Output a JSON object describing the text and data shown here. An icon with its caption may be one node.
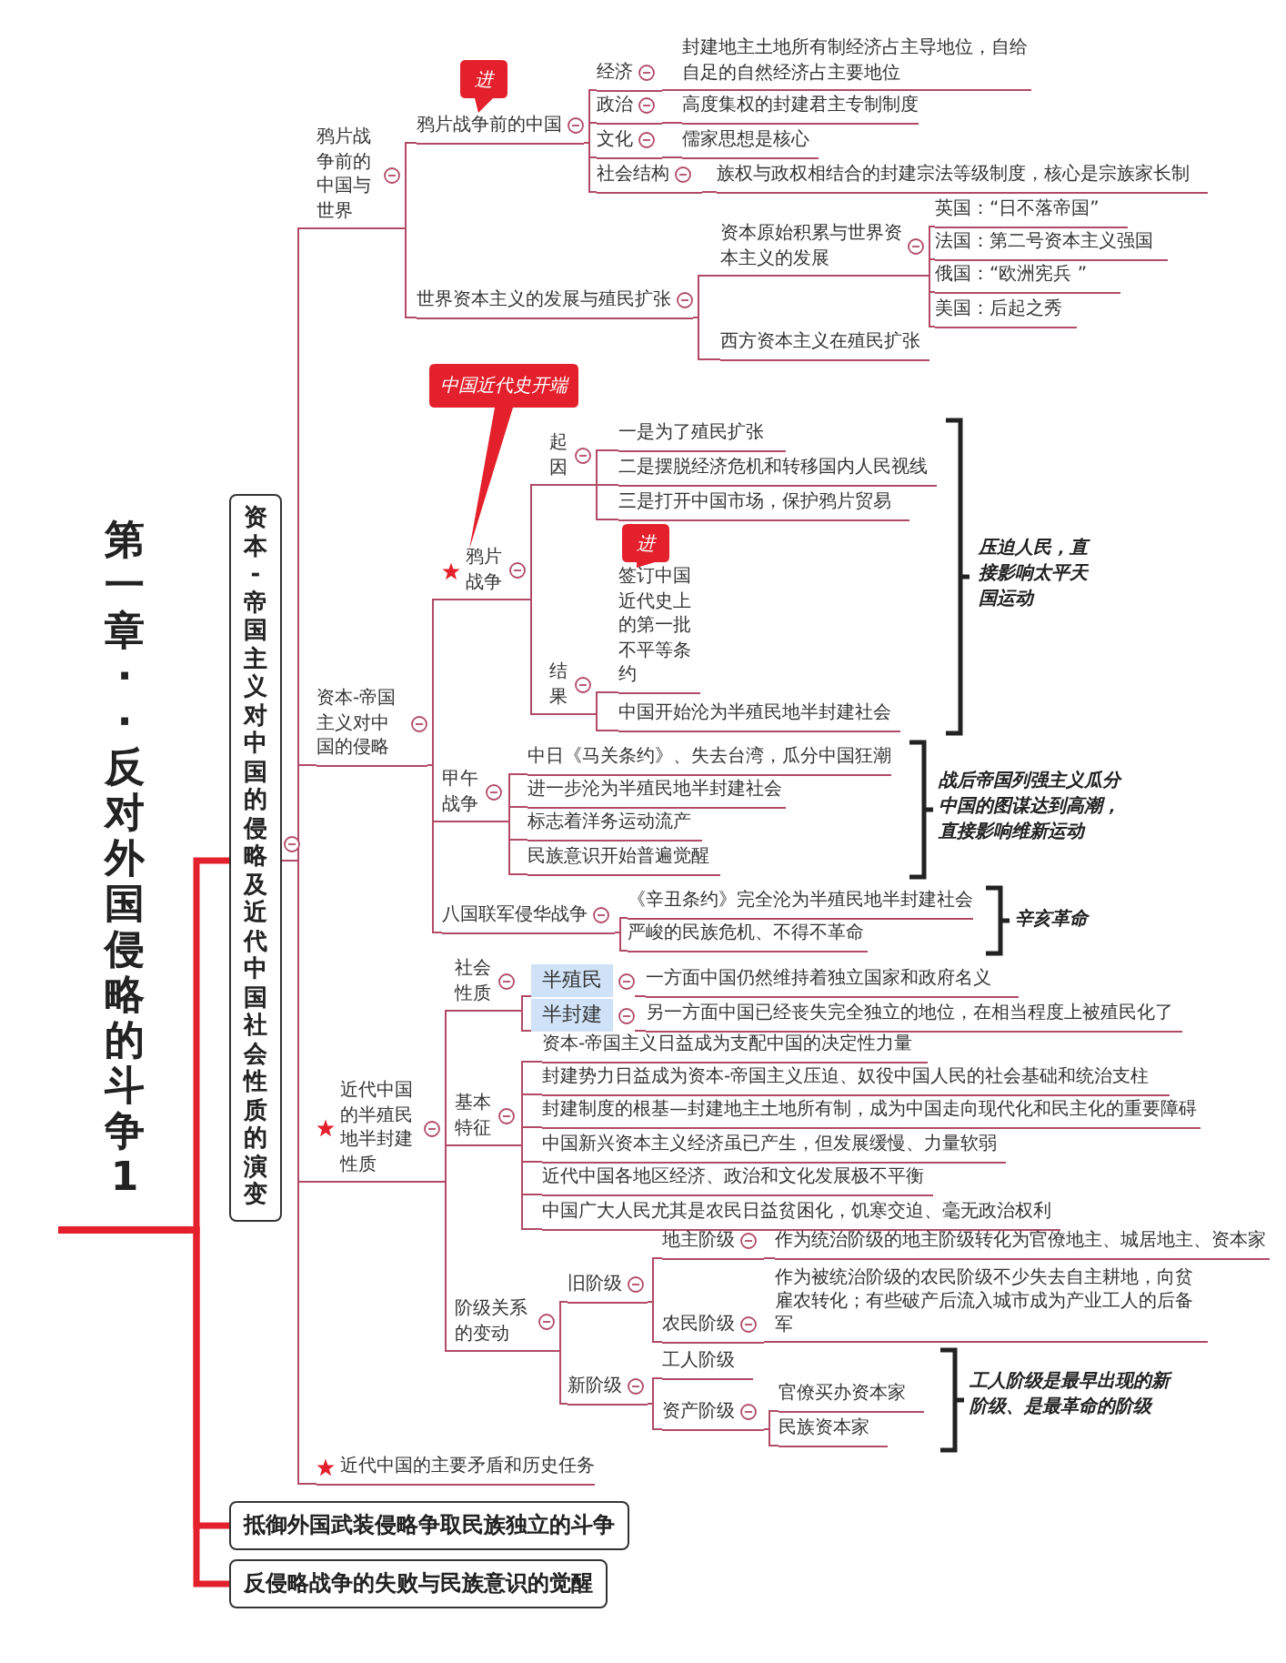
{
  "diagram": {
    "nodes": [
      {
        "text": [
          "第一章··反对外国侵略的斗争1"
        ]
      },
      {
        "text": [
          "资本-帝国主义对中国的侵略及近代中国社会性质的演变"
        ]
      },
      {
        "text": [
          "鸦片战争前的中国与世界"
        ]
      },
      {
        "text": [
          "鸦片战争前的中国"
        ],
        "beside": [
          "进"
        ]
      },
      {
        "text": [
          "经济"
        ]
      },
      {
        "text": [
          "封建地主土地所有制经济占主导地位，自给自足的自然经济占主要地位"
        ]
      },
      {
        "text": [
          "政治"
        ]
      },
      {
        "text": [
          "高度集权的封建君主专制制度"
        ]
      },
      {
        "text": [
          "文化"
        ]
      },
      {
        "text": [
          "儒家思想是核心"
        ]
      },
      {
        "text": [
          "社会结构"
        ]
      },
      {
        "text": [
          "族权与政权相结合的封建宗法等级制度，核心是宗族家长制"
        ]
      },
      {
        "text": [
          "世界资本主义的发展与殖民扩张"
        ]
      },
      {
        "text": [
          "资本原始积累与世界资本主义的发展"
        ]
      },
      {
        "text": [
          "英国：“日不落帝国”"
        ]
      },
      {
        "text": [
          "法国：第二号资本主义强国"
        ]
      },
      {
        "text": [
          "俄国：“欧洲宪兵 ”"
        ]
      },
      {
        "text": [
          "美国：后起之秀"
        ]
      },
      {
        "text": [
          "西方资本主义在殖民扩张"
        ]
      },
      {
        "text": [
          "资本-帝国主义对中国的侵略"
        ]
      },
      {
        "text": [
          "鸦片战争"
        ]
      },
      {
        "text": [
          "起因"
        ]
      },
      {
        "text": [
          "一是为了殖民扩张"
        ]
      },
      {
        "text": [
          "二是摆脱经济危机和转移国内人民视线"
        ]
      },
      {
        "text": [
          "三是打开中国市场，保护鸦片贸易"
        ]
      },
      {
        "text": [
          "结果"
        ]
      },
      {
        "text": [
          "签订中国近代史上的第一批不平等条约"
        ],
        "beside": [
          "进"
        ]
      },
      {
        "text": [
          "中国开始沦为半殖民地半封建社会"
        ]
      },
      {
        "text": [
          "甲午战争"
        ]
      },
      {
        "text": [
          "中日《马关条约》、失去台湾，瓜分中国狂潮"
        ]
      },
      {
        "text": [
          "进一步沦为半殖民地半封建社会"
        ]
      },
      {
        "text": [
          "标志着洋务运动流产"
        ]
      },
      {
        "text": [
          "民族意识开始普遍觉醒"
        ]
      },
      {
        "text": [
          "八国联军侵华战争"
        ]
      },
      {
        "text": [
          "《辛丑条约》完全沦为半殖民地半封建社会"
        ]
      },
      {
        "text": [
          "严峻的民族危机、不得不革命"
        ]
      },
      {
        "text": [
          "近代中国的半殖民地半封建性质"
        ]
      },
      {
        "text": [
          "社会性质"
        ]
      },
      {
        "text": [
          "半殖民"
        ]
      },
      {
        "text": [
          "一方面中国仍然维持着独立国家和政府名义"
        ]
      },
      {
        "text": [
          "半封建"
        ]
      },
      {
        "text": [
          "另一方面中国已经丧失完全独立的地位，在相当程度上被殖民化了"
        ]
      },
      {
        "text": [
          "基本特征"
        ]
      },
      {
        "text": [
          "资本-帝国主义日益成为支配中国的决定性力量"
        ]
      },
      {
        "text": [
          "封建势力日益成为资本-帝国主义压迫、奴役中国人民的社会基础和统治支柱"
        ]
      },
      {
        "text": [
          "封建制度的根基—封建地主土地所有制，成为中国走向现代化和民主化的重要障碍"
        ]
      },
      {
        "text": [
          "中国新兴资本主义经济虽已产生，但发展缓慢、力量软弱"
        ]
      },
      {
        "text": [
          "近代中国各地区经济、政治和文化发展极不平衡"
        ]
      },
      {
        "text": [
          "中国广大人民尤其是农民日益贫困化，饥寒交迫、毫无政治权利"
        ]
      },
      {
        "text": [
          "阶级关系的变动"
        ]
      },
      {
        "text": [
          "旧阶级"
        ]
      },
      {
        "text": [
          "地主阶级"
        ]
      },
      {
        "text": [
          "作为统治阶级的地主阶级转化为官僚地主、城居地主、资本家"
        ]
      },
      {
        "text": [
          "农民阶级"
        ]
      },
      {
        "text": [
          "作为被统治阶级的农民阶级不少失去自主耕地，向贫雇农转化；有些破产后流入城市成为产业工人的后备军"
        ]
      },
      {
        "text": [
          "新阶级"
        ]
      },
      {
        "text": [
          "工人阶级"
        ]
      },
      {
        "text": [
          "资产阶级"
        ]
      },
      {
        "text": [
          "官僚买办资本家"
        ]
      },
      {
        "text": [
          "民族资本家"
        ]
      },
      {
        "text": [
          "近代中国的主要矛盾和历史任务"
        ]
      },
      {
        "text": [
          "抵御外国武装侵略争取民族独立的斗争"
        ]
      },
      {
        "text": [
          "反侵略战争的失败与民族意识的觉醒"
        ]
      }
    ],
    "edges": [
      {
        "from": 0,
        "to": 1,
        "arrow": "none",
        "style": "thick",
        "color": "#e3202b"
      },
      {
        "from": 0,
        "to": 61,
        "arrow": "none",
        "style": "thick",
        "color": "#e3202b"
      },
      {
        "from": 0,
        "to": 62,
        "arrow": "none",
        "style": "thick",
        "color": "#e3202b"
      },
      {
        "from": 1,
        "to": 2,
        "arrow": "none"
      },
      {
        "from": 1,
        "to": 19,
        "arrow": "none"
      },
      {
        "from": 1,
        "to": 36,
        "arrow": "none"
      },
      {
        "from": 1,
        "to": 60,
        "arrow": "none"
      },
      {
        "from": 2,
        "to": 3,
        "arrow": "none"
      },
      {
        "from": 2,
        "to": 12,
        "arrow": "none"
      },
      {
        "from": 3,
        "to": 4,
        "arrow": "none"
      },
      {
        "from": 3,
        "to": 6,
        "arrow": "none"
      },
      {
        "from": 3,
        "to": 8,
        "arrow": "none"
      },
      {
        "from": 3,
        "to": 10,
        "arrow": "none"
      },
      {
        "from": 4,
        "to": 5,
        "arrow": "none"
      },
      {
        "from": 6,
        "to": 7,
        "arrow": "none"
      },
      {
        "from": 8,
        "to": 9,
        "arrow": "none"
      },
      {
        "from": 10,
        "to": 11,
        "arrow": "none"
      },
      {
        "from": 12,
        "to": 13,
        "arrow": "none"
      },
      {
        "from": 12,
        "to": 18,
        "arrow": "none"
      },
      {
        "from": 13,
        "to": 14,
        "arrow": "none"
      },
      {
        "from": 13,
        "to": 15,
        "arrow": "none"
      },
      {
        "from": 13,
        "to": 16,
        "arrow": "none"
      },
      {
        "from": 13,
        "to": 17,
        "arrow": "none"
      },
      {
        "from": 19,
        "to": 20,
        "arrow": "none"
      },
      {
        "from": 19,
        "to": 28,
        "arrow": "none"
      },
      {
        "from": 19,
        "to": 33,
        "arrow": "none"
      },
      {
        "from": 20,
        "to": 21,
        "arrow": "none"
      },
      {
        "from": 20,
        "to": 25,
        "arrow": "none"
      },
      {
        "from": 21,
        "to": 22,
        "arrow": "none"
      },
      {
        "from": 21,
        "to": 23,
        "arrow": "none"
      },
      {
        "from": 21,
        "to": 24,
        "arrow": "none"
      },
      {
        "from": 25,
        "to": 26,
        "arrow": "none"
      },
      {
        "from": 25,
        "to": 27,
        "arrow": "none"
      },
      {
        "from": 28,
        "to": 29,
        "arrow": "none"
      },
      {
        "from": 28,
        "to": 30,
        "arrow": "none"
      },
      {
        "from": 28,
        "to": 31,
        "arrow": "none"
      },
      {
        "from": 28,
        "to": 32,
        "arrow": "none"
      },
      {
        "from": 33,
        "to": 34,
        "arrow": "none"
      },
      {
        "from": 33,
        "to": 35,
        "arrow": "none"
      },
      {
        "from": 36,
        "to": 37,
        "arrow": "none"
      },
      {
        "from": 36,
        "to": 42,
        "arrow": "none"
      },
      {
        "from": 36,
        "to": 49,
        "arrow": "none"
      },
      {
        "from": 37,
        "to": 38,
        "arrow": "none"
      },
      {
        "from": 37,
        "to": 40,
        "arrow": "none"
      },
      {
        "from": 38,
        "to": 39,
        "arrow": "none"
      },
      {
        "from": 40,
        "to": 41,
        "arrow": "none"
      },
      {
        "from": 42,
        "to": 43,
        "arrow": "none"
      },
      {
        "from": 42,
        "to": 44,
        "arrow": "none"
      },
      {
        "from": 42,
        "to": 45,
        "arrow": "none"
      },
      {
        "from": 42,
        "to": 46,
        "arrow": "none"
      },
      {
        "from": 42,
        "to": 47,
        "arrow": "none"
      },
      {
        "from": 42,
        "to": 48,
        "arrow": "none"
      },
      {
        "from": 49,
        "to": 50,
        "arrow": "none"
      },
      {
        "from": 49,
        "to": 55,
        "arrow": "none"
      },
      {
        "from": 50,
        "to": 51,
        "arrow": "none"
      },
      {
        "from": 50,
        "to": 53,
        "arrow": "none"
      },
      {
        "from": 51,
        "to": 52,
        "arrow": "none"
      },
      {
        "from": 53,
        "to": 54,
        "arrow": "none"
      },
      {
        "from": 55,
        "to": 56,
        "arrow": "none"
      },
      {
        "from": 55,
        "to": 57,
        "arrow": "none"
      },
      {
        "from": 57,
        "to": 58,
        "arrow": "none"
      },
      {
        "from": 57,
        "to": 59,
        "arrow": "none"
      }
    ],
    "labels": [
      "中国近代史开端",
      "压迫人民，直接影响太平天国运动",
      "战后帝国列强主义瓜分中国的图谋达到高潮，直接影响维新运动",
      "辛亥革命",
      "工人阶级是最早出现的新阶级、是最革命的阶级"
    ]
  }
}
